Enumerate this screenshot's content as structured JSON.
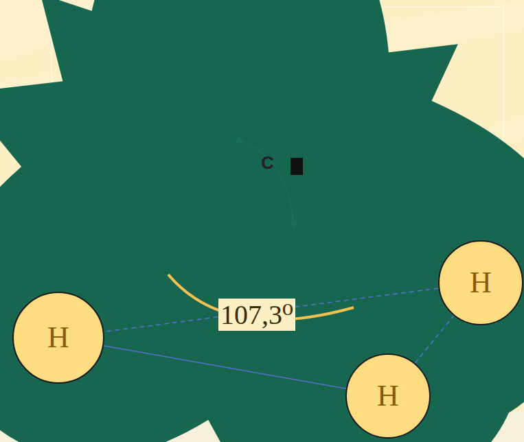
{
  "diagram": {
    "nodes": [
      {
        "text": [
          "H"
        ]
      },
      {
        "text": [
          "H"
        ]
      },
      {
        "text": [
          "H"
        ]
      }
    ],
    "edges": [
      {
        "from": 0,
        "to": 1,
        "arrow": "none"
      },
      {
        "from": 1,
        "to": 2,
        "arrow": "none"
      },
      {
        "from": 2,
        "to": 0,
        "arrow": "none"
      }
    ],
    "labels": [
      "C",
      "107,3⁰"
    ]
  }
}
